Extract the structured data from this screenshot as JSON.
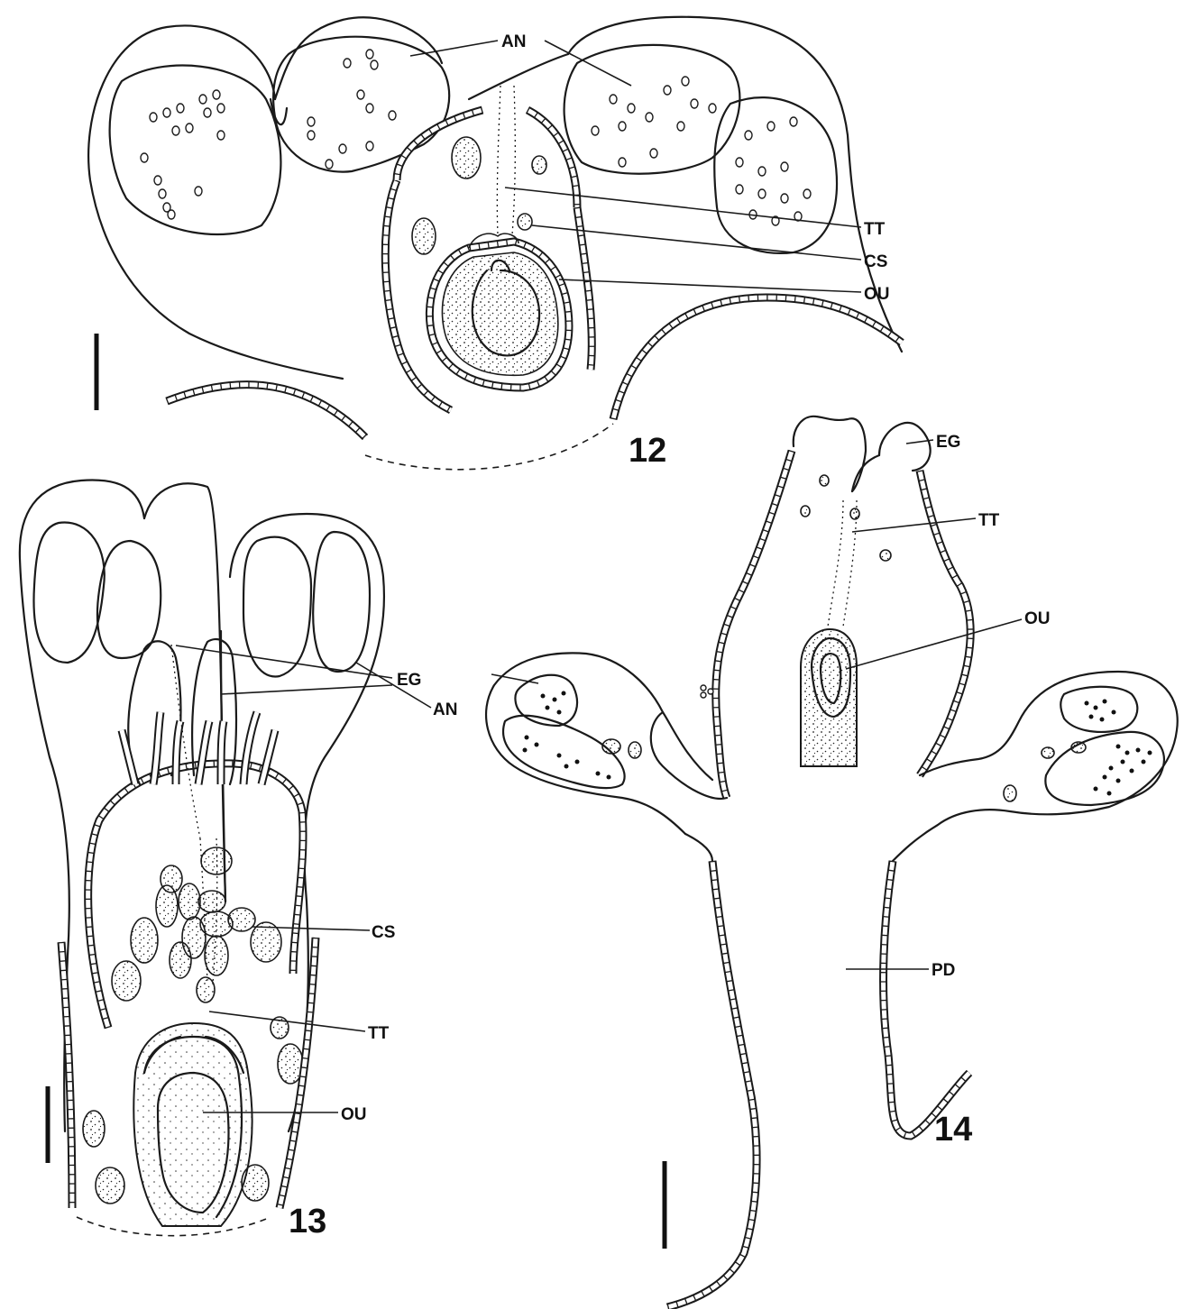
{
  "figures": [
    {
      "number": "12",
      "labels": {
        "anther": "AN",
        "transmitting_tissue": "TT",
        "crystal_sac": "CS",
        "ovule": "OU"
      }
    },
    {
      "number": "13",
      "labels": {
        "anther": "AN",
        "epidermal_glands": "EG",
        "crystal_sac": "CS",
        "transmitting_tissue": "TT",
        "ovule": "OU"
      }
    },
    {
      "number": "14",
      "labels": {
        "epidermal_glands": "EG",
        "transmitting_tissue": "TT",
        "ovule": "OU",
        "pedicel": "PD"
      }
    }
  ]
}
